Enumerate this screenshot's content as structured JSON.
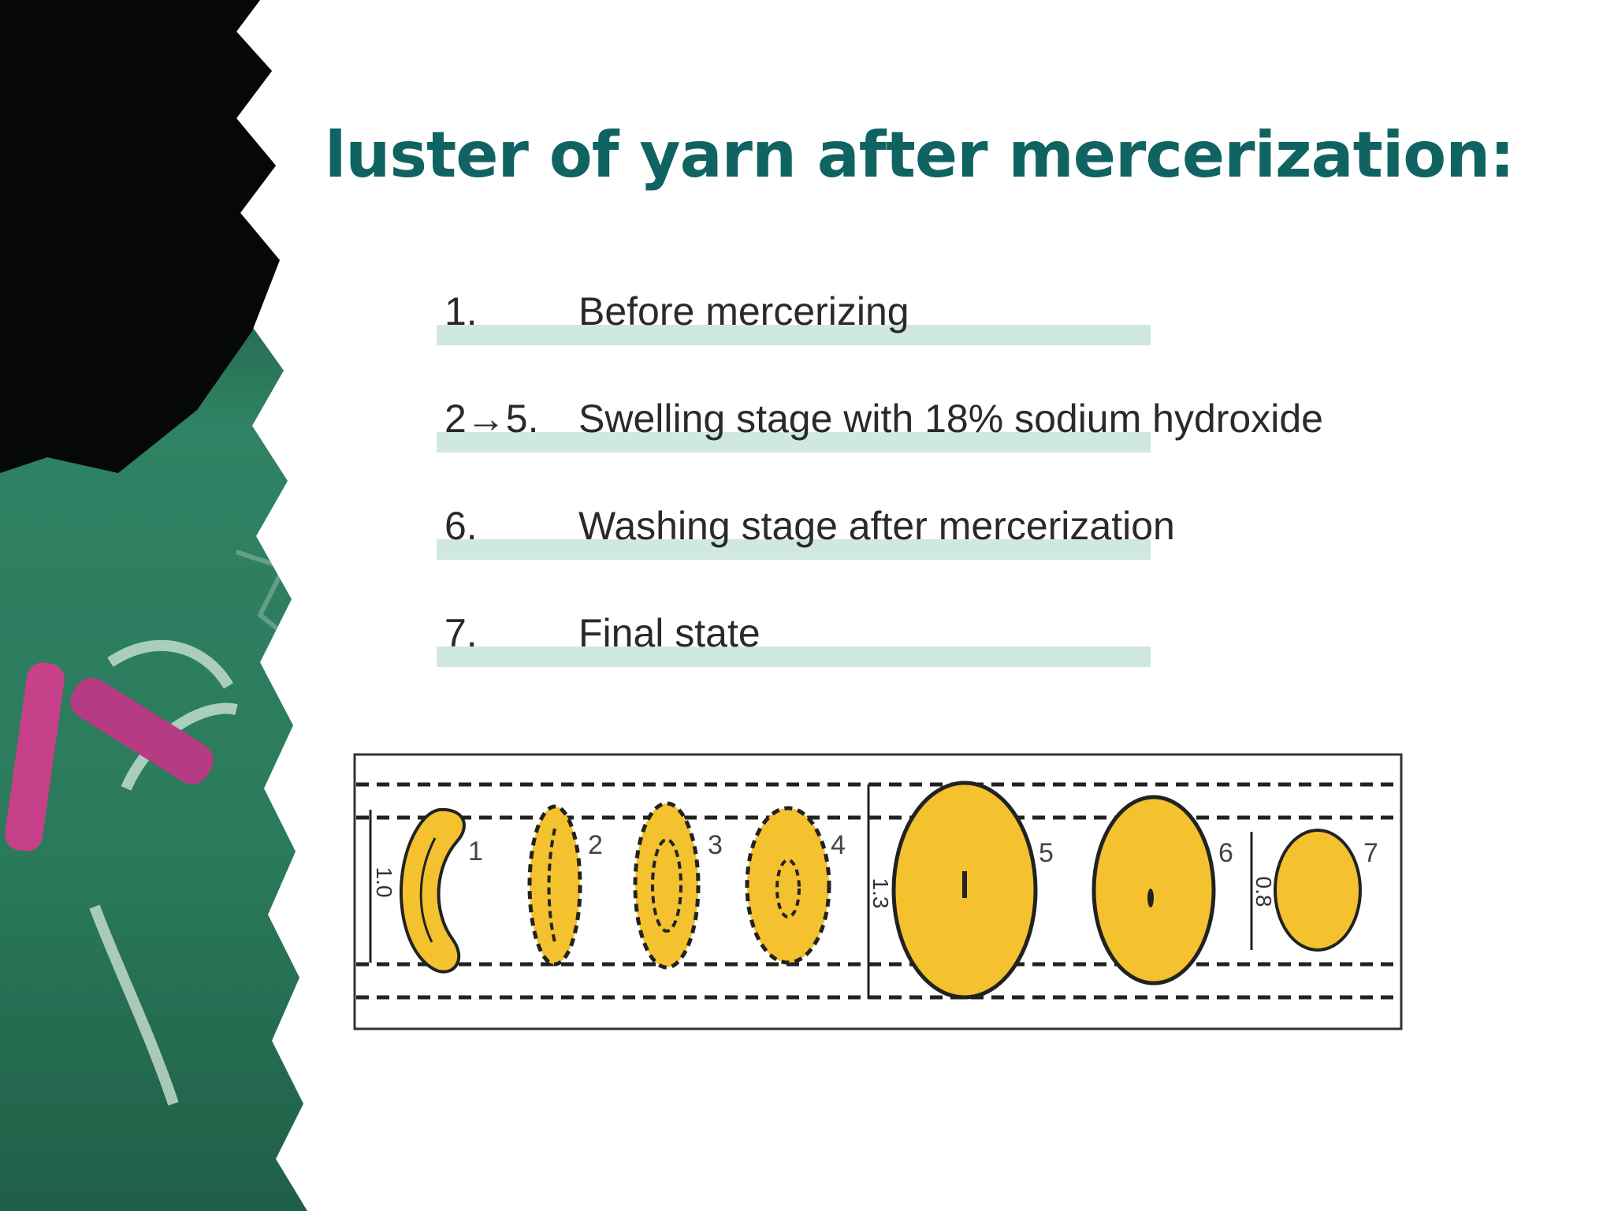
{
  "title": "luster of yarn after mercerization:",
  "legend": [
    {
      "num": "1.",
      "text": "Before mercerizing"
    },
    {
      "num": "2→5.",
      "text": "Swelling stage with 18% sodium hydroxide"
    },
    {
      "num": "6.",
      "text": "Washing stage after mercerization"
    },
    {
      "num": "7.",
      "text": "Final state"
    }
  ],
  "diagram": {
    "stage_labels": [
      "1",
      "2",
      "3",
      "4",
      "5",
      "6",
      "7"
    ],
    "dimension_labels": [
      "1.0",
      "1.3",
      "0.8"
    ],
    "fiber_color": "#f3c22e"
  }
}
